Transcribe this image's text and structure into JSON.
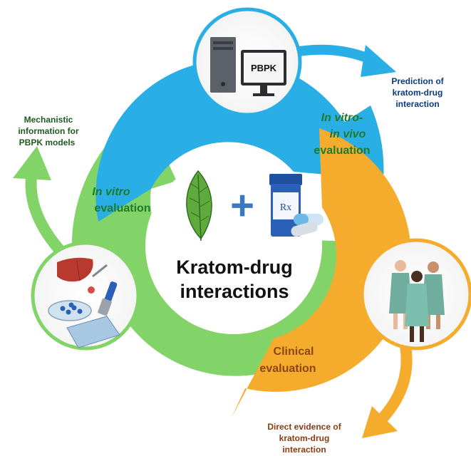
{
  "center": {
    "title_line1": "Kratom-drug",
    "title_line2": "interactions",
    "plus_symbol": "+",
    "rx_symbol": "Rx"
  },
  "stages": {
    "in_vitro": {
      "line1": "In vitro",
      "line2": "evaluation",
      "color": "#1f7a2a"
    },
    "ivivc": {
      "line1": "In vitro-",
      "line2": "in vivo",
      "line3": "evaluation",
      "color": "#1f7a2a"
    },
    "clinical": {
      "line1": "Clinical",
      "line2": "evaluation",
      "color": "#8b4513"
    }
  },
  "outputs": {
    "prediction": {
      "line1": "Prediction of",
      "line2": "kratom-drug",
      "line3": "interaction",
      "color": "#0d3b78"
    },
    "mechanistic": {
      "line1": "Mechanistic",
      "line2": "information for",
      "line3": "PBPK models",
      "color": "#1f5a1f"
    },
    "direct": {
      "line1": "Direct evidence of",
      "line2": "kratom-drug",
      "line3": "interaction",
      "color": "#8b3a12"
    }
  },
  "computer": {
    "screen_text": "PBPK"
  },
  "colors": {
    "blue": "#2aaee6",
    "orange": "#f5ab2c",
    "green": "#82d468",
    "plus": "#3a78c2"
  },
  "icons": [
    "leaf-icon",
    "pill-bottle-icon",
    "capsule-icon",
    "computer-icon",
    "liver-icon",
    "petri-dish-icon",
    "pipette-icon",
    "well-plate-icon",
    "patients-icon"
  ]
}
